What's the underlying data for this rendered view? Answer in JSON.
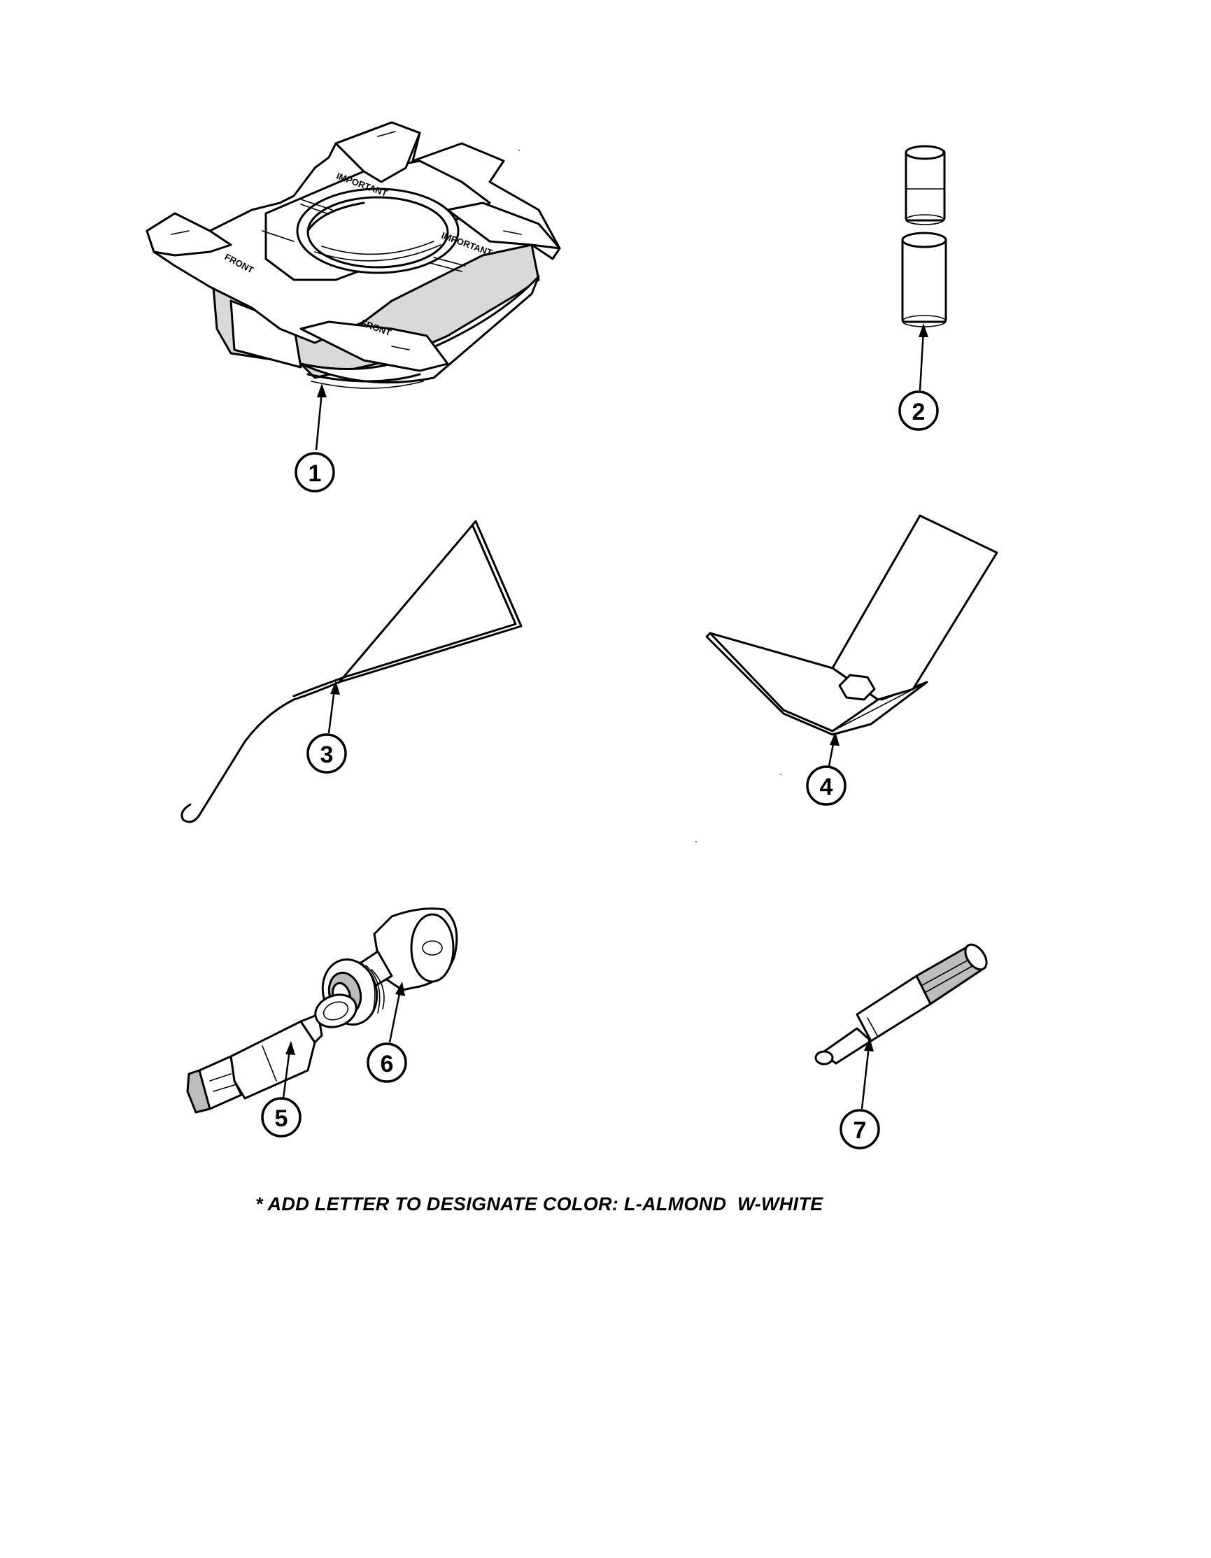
{
  "page": {
    "background": "#ffffff",
    "ink": "#000000"
  },
  "stamps": {
    "important": "IMPORTANT",
    "front": "FRONT"
  },
  "parts": [
    {
      "number": "1",
      "icon": "cardboard-shipping-pad-icon"
    },
    {
      "number": "2",
      "icon": "hose-sleeves-icon"
    },
    {
      "number": "3",
      "icon": "wire-hook-tool-icon"
    },
    {
      "number": "4",
      "icon": "hex-wrench-bracket-icon"
    },
    {
      "number": "5",
      "icon": "torx-bit-icon"
    },
    {
      "number": "6",
      "icon": "socket-adapter-icon"
    },
    {
      "number": "7",
      "icon": "knurled-pin-icon"
    }
  ],
  "footnote": "* ADD LETTER TO DESIGNATE COLOR: L-ALMOND  W-WHITE"
}
